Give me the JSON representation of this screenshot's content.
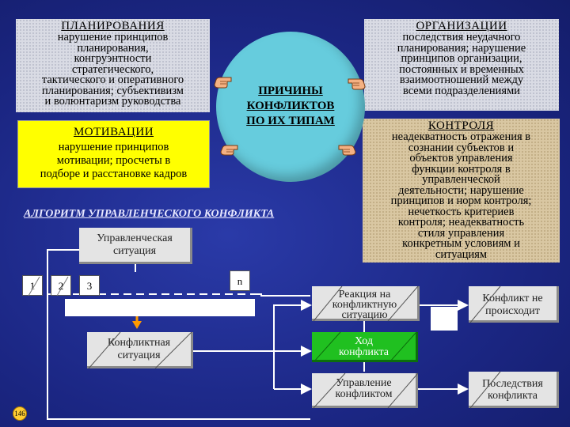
{
  "planning": {
    "title": "ПЛАНИРОВАНИЯ",
    "lines": [
      "нарушение принципов",
      "планирования,",
      "конгруэнтности",
      "стратегического,",
      "тактического и оперативного",
      "планирования; субъективизм",
      "и волюнтаризм руководства"
    ]
  },
  "organization": {
    "title": "ОРГАНИЗАЦИИ",
    "lines": [
      "последствия неудачного",
      "планирования; нарушение",
      "принципов организации,",
      "постоянных и временных",
      "взаимоотношений между",
      "всеми подразделениями"
    ]
  },
  "motivation": {
    "title": "МОТИВАЦИИ",
    "lines": [
      "нарушение принципов",
      "мотивации; просчеты в",
      "подборе и расстановке кадров"
    ]
  },
  "control": {
    "title": "КОНТРОЛЯ",
    "lines": [
      "неадекватность отражения в",
      "сознании субъектов и",
      "объектов управления",
      "функции контроля в",
      "управленческой",
      "деятельности; нарушение",
      "принципов и норм контроля;",
      "нечеткость критериев",
      "контроля; неадекватность",
      "стиля управления",
      "конкретным условиям и",
      "ситуациям"
    ]
  },
  "center": {
    "lines": [
      "ПРИЧИНЫ",
      "КОНФЛИКТОВ",
      "ПО ИХ ТИПАМ"
    ]
  },
  "algorithm_title": "АЛГОРИТМ УПРАВЛЕНЧЕСКОГО КОНФЛИКТА",
  "flow": {
    "managerial_situation": [
      "Управленческая",
      "ситуация"
    ],
    "steps": [
      "1",
      "2",
      "3",
      "n"
    ],
    "conflict_situation": [
      "Конфликтная",
      "ситуация"
    ],
    "reaction": [
      "Реакция на",
      "конфликтную",
      "ситуацию"
    ],
    "no_conflict": [
      "Конфликт не",
      "происходит"
    ],
    "course": [
      "Ход",
      "конфликта"
    ],
    "management": [
      "Управление",
      "конфликтом"
    ],
    "consequences": [
      "Последствия",
      "конфликта"
    ]
  },
  "page_number": "146",
  "colors": {
    "background": "#1c2a86",
    "circle": "#66ccdd",
    "yellow": "#ffff00",
    "green": "#20c020",
    "tan": "#d9c7a2"
  }
}
